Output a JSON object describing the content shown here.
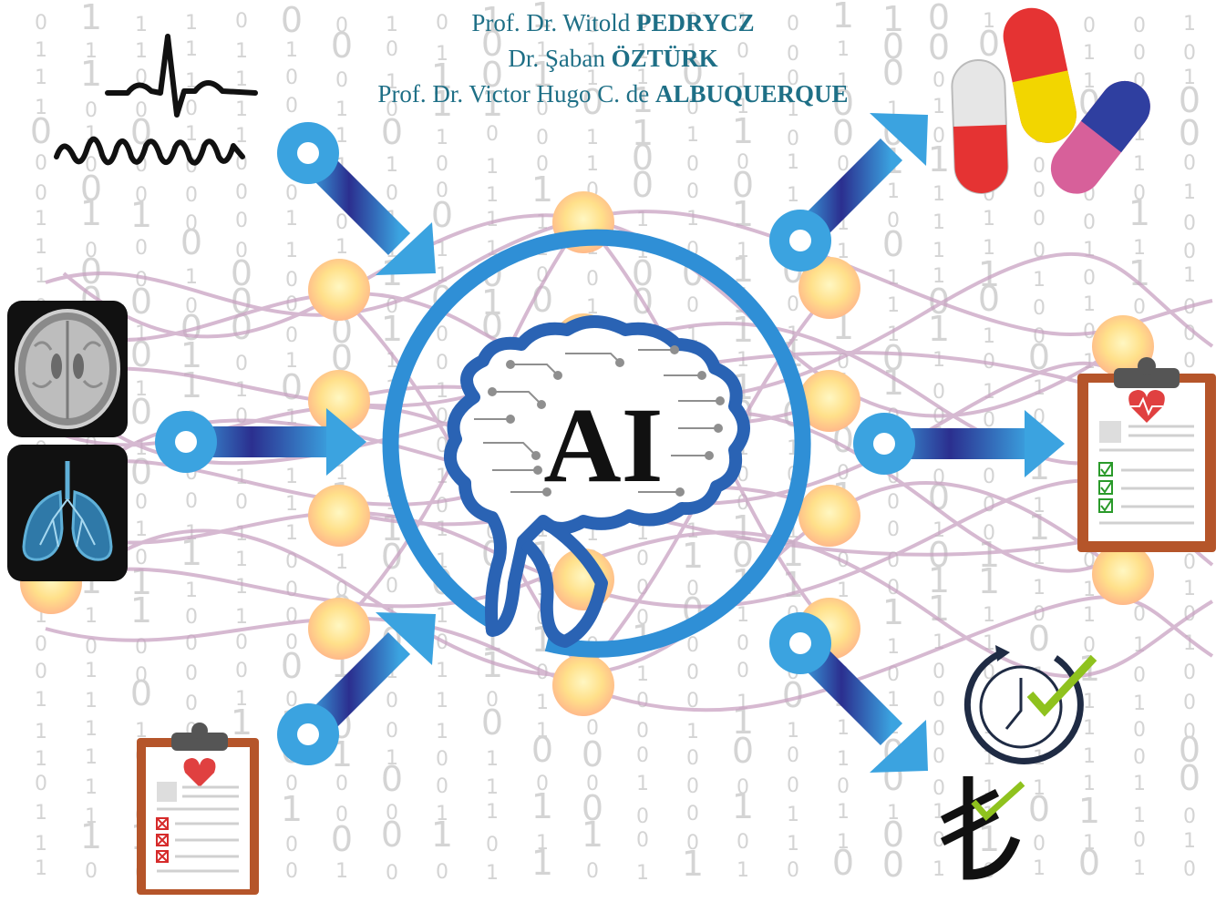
{
  "authors": [
    {
      "prefix": "Prof. Dr. Witold",
      "surname": "PEDRYCZ"
    },
    {
      "prefix": "Dr. Şaban",
      "surname": "ÖZTÜRK"
    },
    {
      "prefix": "Prof. Dr. Victor Hugo C. de",
      "surname": "ALBUQUERQUE"
    }
  ],
  "center_label": "AI",
  "binary_digits": [
    "0",
    "1"
  ],
  "colors": {
    "title": "#1e6f86",
    "arrow_light": "#3ba3e0",
    "arrow_dark": "#2b2f8f",
    "ring": "#2f8fd6",
    "brain": "#2a63b4",
    "node": "#ffd27a",
    "connection": "#c9a2c2",
    "clipboard": "#b5552a"
  },
  "icons": [
    "ecg-icon",
    "brain-mri-icon",
    "lungs-xray-icon",
    "clipboard-failed-icon",
    "pills-icon",
    "clipboard-healthy-icon",
    "clock-check-icon",
    "lira-check-icon"
  ]
}
